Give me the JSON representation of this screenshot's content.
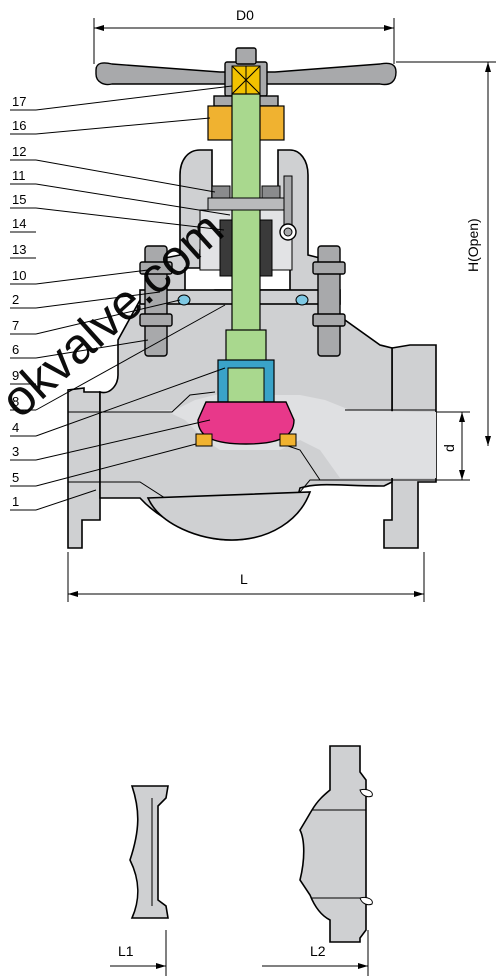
{
  "dimensions": {
    "d0": "D0",
    "h_open": "H(Open)",
    "d": "d",
    "l": "L",
    "l1": "L1",
    "l2": "L2"
  },
  "part_labels": [
    "17",
    "16",
    "12",
    "11",
    "15",
    "14",
    "13",
    "10",
    "2",
    "7",
    "6",
    "9",
    "8",
    "4",
    "3",
    "5",
    "1"
  ],
  "watermark": "okvalve.com",
  "colors": {
    "body": "#cfd0d2",
    "stem": "#a9d88e",
    "disc": "#e8388a",
    "packing": "#f0b230",
    "nut": "#3aa3c8",
    "yellow_nut": "#f2c200"
  }
}
